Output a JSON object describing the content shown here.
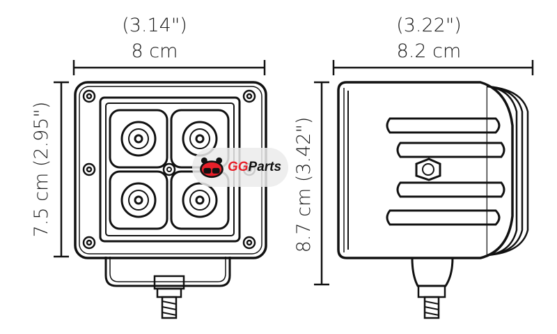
{
  "front_view": {
    "width_in": "(3.14\")",
    "width_cm": "8 cm",
    "height_label": "7.5 cm  (2.95\")"
  },
  "side_view": {
    "depth_in": "(3.22\")",
    "depth_cm": "8.2 cm",
    "height_label": "8.7 cm  (3.42\")"
  },
  "watermark": {
    "brand_a": "GG",
    "brand_b": "Parts",
    "accent": "#e8202a"
  }
}
